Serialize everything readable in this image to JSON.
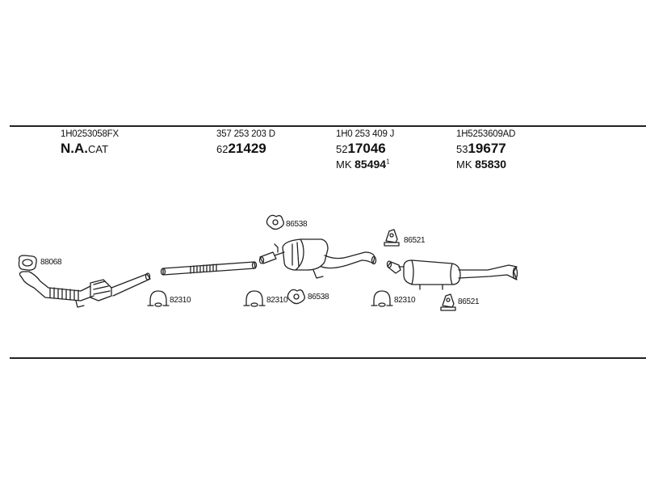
{
  "header_columns": [
    {
      "oe": "1H0253058FX",
      "part_prefix": "N.A.",
      "part_main": "",
      "part_suffix": "CAT",
      "mk_prefix": "",
      "mk_num": "",
      "mk_sup": ""
    },
    {
      "oe": "357 253 203 D",
      "part_prefix": "62",
      "part_main": "21429",
      "part_suffix": "",
      "mk_prefix": "",
      "mk_num": "",
      "mk_sup": ""
    },
    {
      "oe": "1H0 253 409 J",
      "part_prefix": "52",
      "part_main": "17046",
      "part_suffix": "",
      "mk_prefix": "MK",
      "mk_num": "85494",
      "mk_sup": "1"
    },
    {
      "oe": "1H5253609AD",
      "part_prefix": "53",
      "part_main": "19677",
      "part_suffix": "",
      "mk_prefix": "MK",
      "mk_num": "85830",
      "mk_sup": ""
    }
  ],
  "part_labels": {
    "gasket_front": "88068",
    "clamp_1": "82310",
    "clamp_2": "82310",
    "ring_top": "86538",
    "ring_mid": "86538",
    "clamp_3": "82310",
    "hanger_top": "86521",
    "hanger_bottom": "86521"
  }
}
